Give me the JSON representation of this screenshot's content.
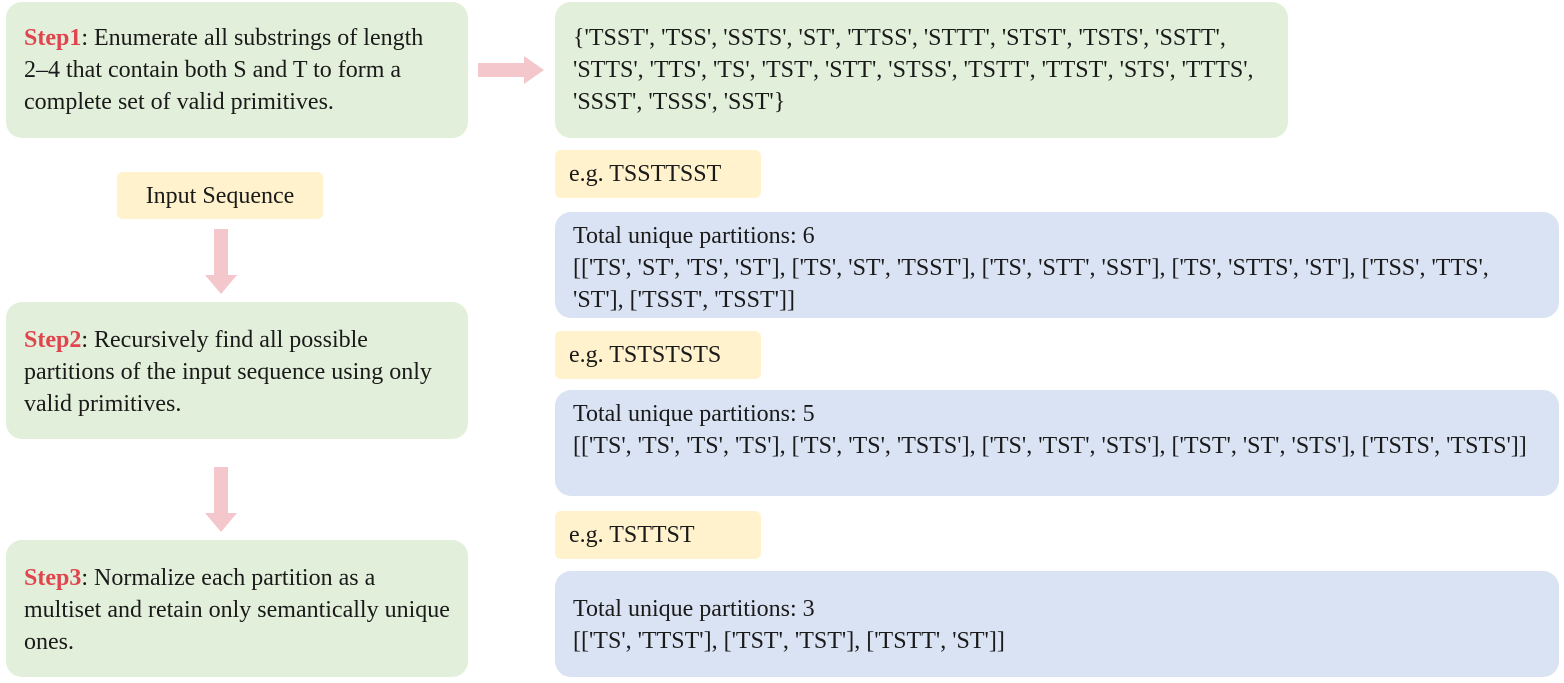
{
  "step1": {
    "label": "Step1",
    "text": ": Enumerate all substrings of length 2–4 that contain both S and T to form a complete set of valid primitives."
  },
  "primitives": "{'TSST', 'TSS', 'SSTS', 'ST', 'TTSS', 'STTT', 'STST', 'TSTS', 'SSTT', 'STTS',  'TTS', 'TS', 'TST', 'STT', 'STSS', 'TSTT', 'TTST', 'STS', 'TTTS', 'SSST', 'TSSS', 'SST'}",
  "input_sequence": "Input Sequence",
  "step2": {
    "label": "Step2",
    "text": ": Recursively find all possible partitions of the input sequence using only valid primitives."
  },
  "step3": {
    "label": "Step3",
    "text": ": Normalize each partition as a multiset and retain only semantically unique ones."
  },
  "examples": [
    {
      "input": "e.g. TSSTTSST",
      "total": "Total unique partitions: 6",
      "partitions": "[['TS', 'ST', 'TS', 'ST'], ['TS', 'ST', 'TSST'], ['TS', 'STT', 'SST'], ['TS', 'STTS', 'ST'], ['TSS', 'TTS', 'ST'], ['TSST', 'TSST']]"
    },
    {
      "input": "e.g. TSTSTSTS",
      "total": "Total unique partitions: 5",
      "partitions": "[['TS', 'TS', 'TS', 'TS'], ['TS', 'TS', 'TSTS'], ['TS', 'TST', 'STS'], ['TST', 'ST', 'STS'], ['TSTS', 'TSTS']]"
    },
    {
      "input": "e.g. TSTTST",
      "total": "Total unique partitions: 3",
      "partitions": "[['TS', 'TTST'], ['TST', 'TST'], ['TSTT', 'ST']]"
    }
  ],
  "colors": {
    "green_box": "#e2efda",
    "yellow_box": "#fff2cc",
    "blue_box": "#dae3f3",
    "step_label": "#e0454e",
    "arrow": "#f4c7cc"
  }
}
